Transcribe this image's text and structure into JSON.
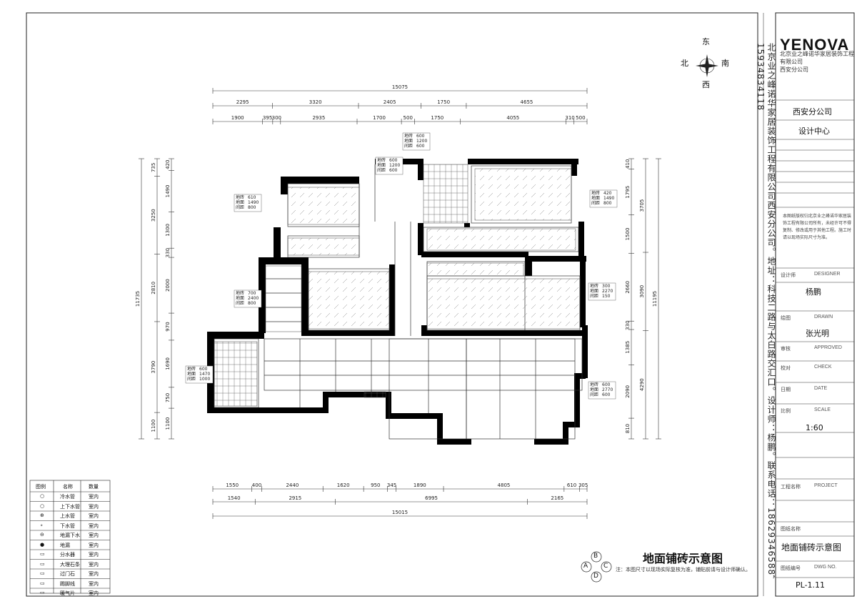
{
  "titleblock": {
    "brand": "YENOVA",
    "company_line1": "北京业之峰诺华家居装饰工程有限公司",
    "company_line2": "西安分公司",
    "branch": "西安分公司",
    "design_center": "设计中心",
    "rows": [
      {
        "cn": "设计师",
        "en": "DESIGNER",
        "val": "杨鹏"
      },
      {
        "cn": "绘图",
        "en": "DRAWN",
        "val": "张光明"
      },
      {
        "cn": "审核",
        "en": "APPROVED",
        "val": ""
      },
      {
        "cn": "校对",
        "en": "CHECK",
        "val": ""
      },
      {
        "cn": "日期",
        "en": "DATE",
        "val": ""
      },
      {
        "cn": "比例",
        "en": "SCALE",
        "val": "1:60"
      },
      {
        "cn": "工程名称",
        "en": "PROJECT",
        "val": ""
      },
      {
        "cn": "图纸名称",
        "en": "",
        "val": "地面铺砖示意图"
      },
      {
        "cn": "图纸编号",
        "en": "DWG NO.",
        "val": "PL-1.11"
      }
    ],
    "side_company": "北京业之峰诺华家居装饰工程有限公司西安分公司。地址：科技二路与太白路交汇口。设计师：杨鹏。联系电话：18629346588，15934834118",
    "side_phone": "18629346588，15934834118",
    "note": "本图纸版权归北京业之峰诺华家居装饰工程有限公司所有，未经许可不得复制、修改或用于其他工程。施工时请以现场实际尺寸为准。"
  },
  "drawing": {
    "title": "地面铺砖示意图",
    "note": "注：本图尺寸以现场实际复核为准，铺贴前请与设计师确认。",
    "compass": {
      "north": "北",
      "east": "东",
      "south": "南",
      "west": "西"
    },
    "index_marks": [
      "A",
      "B",
      "C",
      "D"
    ]
  },
  "dimensions": {
    "top_total": "15075",
    "top_row1": [
      "2295",
      "3320",
      "2405",
      "1750",
      "4655"
    ],
    "top_row2": [
      "1900",
      "395",
      "300",
      "2935",
      "1700",
      "500",
      "1750",
      "4055",
      "310",
      "500"
    ],
    "bottom_row1": [
      "1550",
      "400",
      "2440",
      "1620",
      "950",
      "345",
      "1890",
      "4805",
      "610",
      "305"
    ],
    "bottom_row2": [
      "1540",
      "2915",
      "6995",
      "2165"
    ],
    "bottom_total": "15015",
    "left_total": "11735",
    "left_row1": [
      "735",
      "3250",
      "2810",
      "3790",
      "1100"
    ],
    "left_row2": [
      "420",
      "1490",
      "1300",
      "330",
      "2000",
      "970",
      "1690",
      "750",
      "1100"
    ],
    "right_total": "11195",
    "right_row1": [
      "3705",
      "3090",
      "4290"
    ],
    "right_row2": [
      "410",
      "1795",
      "1500",
      "2660",
      "330",
      "1385",
      "2090",
      "810"
    ]
  },
  "room_labels": [
    {
      "k1": "地砖",
      "v1": "600",
      "k2": "地面",
      "v2": "1200",
      "k3": "间距",
      "v3": "600"
    },
    {
      "k1": "地砖",
      "v1": "600",
      "k2": "地面",
      "v2": "1200",
      "k3": "间距",
      "v3": "600"
    },
    {
      "k1": "地砖",
      "v1": "610",
      "k2": "地面",
      "v2": "1490",
      "k3": "间距",
      "v3": "800"
    },
    {
      "k1": "地砖",
      "v1": "420",
      "k2": "地面",
      "v2": "1490",
      "k3": "间距",
      "v3": "800"
    },
    {
      "k1": "地砖",
      "v1": "700",
      "k2": "地面",
      "v2": "2400",
      "k3": "间距",
      "v3": "800"
    },
    {
      "k1": "地砖",
      "v1": "300",
      "k2": "地面",
      "v2": "2270",
      "k3": "间距",
      "v3": "150"
    },
    {
      "k1": "地砖",
      "v1": "600",
      "k2": "地面",
      "v2": "1470",
      "k3": "间距",
      "v3": "1000"
    },
    {
      "k1": "地砖",
      "v1": "600",
      "k2": "地面",
      "v2": "2770",
      "k3": "间距",
      "v3": "600"
    }
  ],
  "legend": {
    "header": [
      "图例",
      "名称",
      "数量"
    ],
    "rows": [
      {
        "name": "冷水管",
        "qty": "室内"
      },
      {
        "name": "上下水管",
        "qty": "室内"
      },
      {
        "name": "上水管",
        "qty": "室内"
      },
      {
        "name": "下水管",
        "qty": "室内"
      },
      {
        "name": "地漏下水",
        "qty": "室内"
      },
      {
        "name": "地漏",
        "qty": "室内"
      },
      {
        "name": "分水器",
        "qty": "室内"
      },
      {
        "name": "大理石条",
        "qty": "室内"
      },
      {
        "name": "过门石",
        "qty": "室内"
      },
      {
        "name": "踢脚线",
        "qty": "室内"
      },
      {
        "name": "暖气片",
        "qty": "室内"
      }
    ]
  },
  "colors": {
    "wall": "#000000",
    "line": "#222222",
    "hatch": "#666666"
  }
}
